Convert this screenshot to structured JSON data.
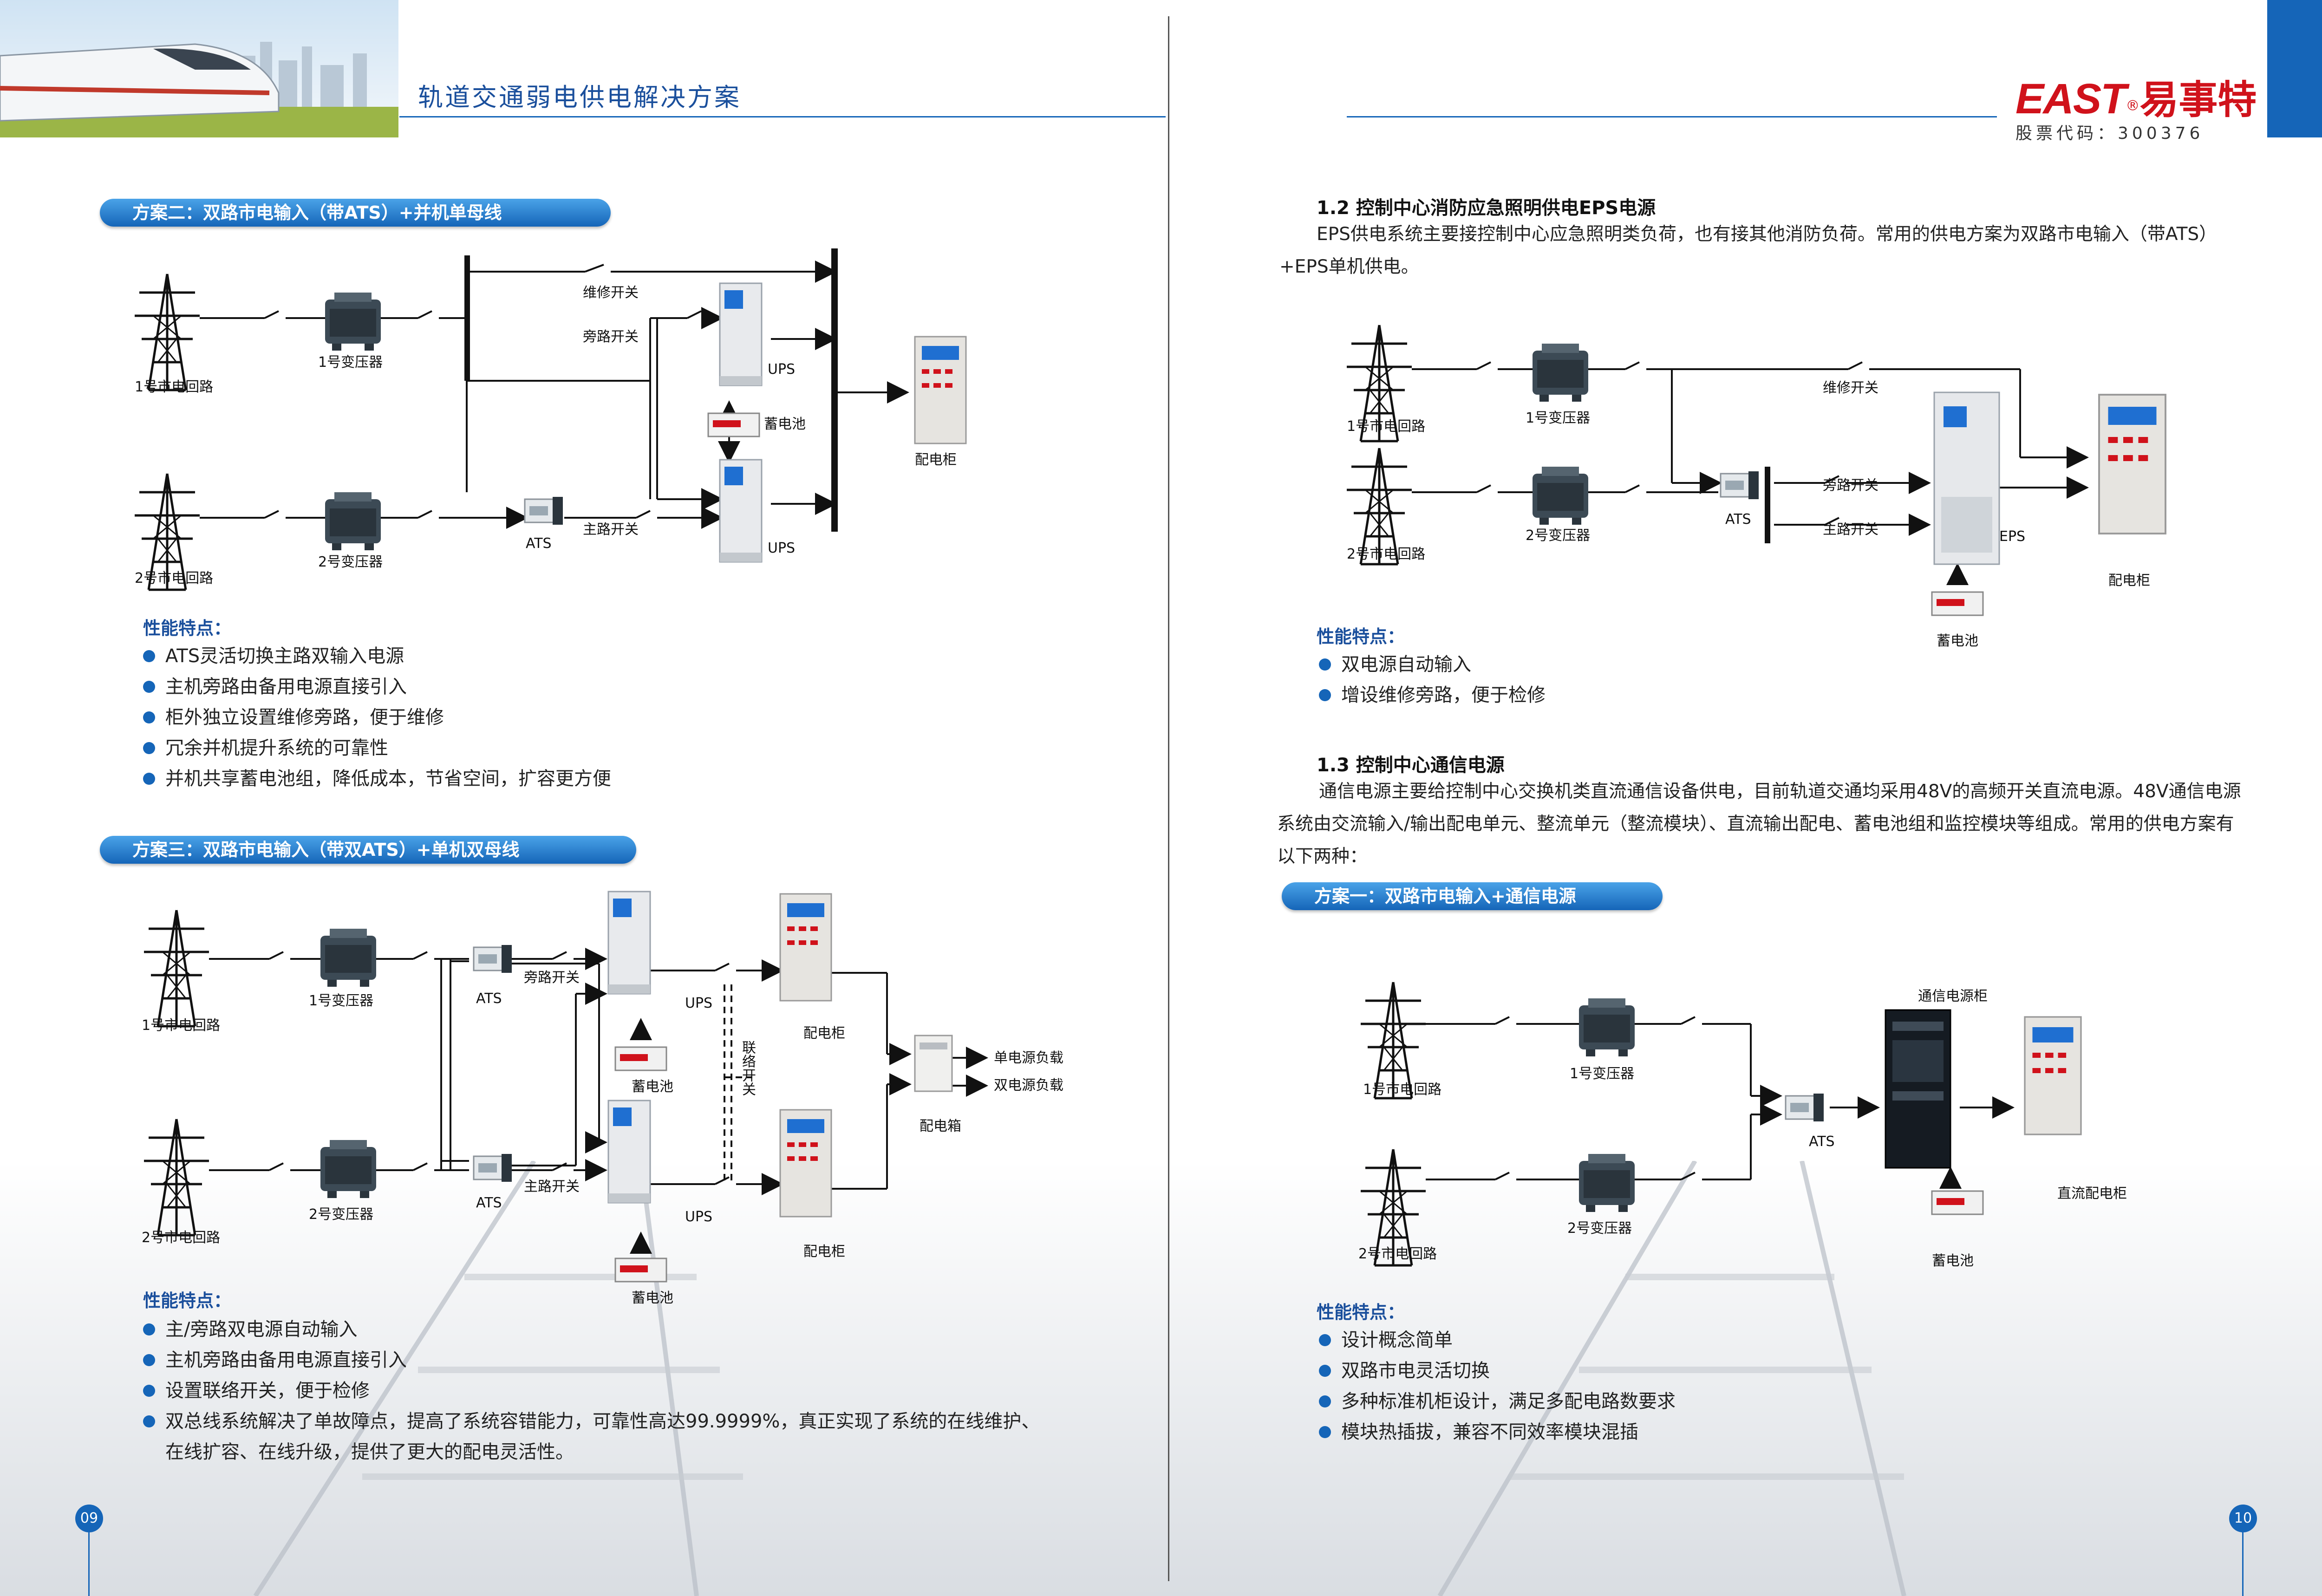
{
  "header": {
    "title": "轨道交通弱电供电解决方案",
    "brand_en": "EAST",
    "brand_reg": "®",
    "brand_cn": "易事特",
    "stock_code": "股票代码：300376"
  },
  "left": {
    "scheme2": {
      "title": "方案二：双路市电输入（带ATS）+并机单母线",
      "diagram": {
        "line1": "1号市电回路",
        "line2": "2号市电回路",
        "tr1": "1号变压器",
        "tr2": "2号变压器",
        "ats": "ATS",
        "repair": "维修开关",
        "bypass": "旁路开关",
        "main": "主路开关",
        "ups1": "UPS",
        "ups2": "UPS",
        "battery": "蓄电池",
        "cabinet": "配电柜"
      },
      "features_title": "性能特点：",
      "features": [
        "ATS灵活切换主路双输入电源",
        "主机旁路由备用电源直接引入",
        "柜外独立设置维修旁路，便于维修",
        "冗余并机提升系统的可靠性",
        "并机共享蓄电池组，降低成本，节省空间，扩容更方便"
      ]
    },
    "scheme3": {
      "title": "方案三：双路市电输入（带双ATS）+单机双母线",
      "diagram": {
        "line1": "1号市电回路",
        "line2": "2号市电回路",
        "tr1": "1号变压器",
        "tr2": "2号变压器",
        "ats1": "ATS",
        "ats2": "ATS",
        "bypass": "旁路开关",
        "main": "主路开关",
        "ups1": "UPS",
        "ups2": "UPS",
        "battery1": "蓄电池",
        "battery2": "蓄电池",
        "cab1": "配电柜",
        "cab2": "配电柜",
        "tie": "联络开关",
        "box": "配电箱",
        "single": "单电源负载",
        "dual": "双电源负载"
      },
      "features_title": "性能特点：",
      "features": [
        "主/旁路双电源自动输入",
        "主机旁路由备用电源直接引入",
        "设置联络开关，便于检修",
        "双总线系统解决了单故障点，提高了系统容错能力，可靠性高达99.9999%，真正实现了系统的在线维护、在线扩容、在线升级，提供了更大的配电灵活性。"
      ]
    },
    "page": "09"
  },
  "right": {
    "s12": {
      "heading": "1.2  控制中心消防应急照明供电EPS电源",
      "para": "EPS供电系统主要接控制中心应急照明类负荷，也有接其他消防负荷。常用的供电方案为双路市电输入（带ATS）+EPS单机供电。",
      "diagram": {
        "line1": "1号市电回路",
        "line2": "2号市电回路",
        "tr1": "1号变压器",
        "tr2": "2号变压器",
        "ats": "ATS",
        "repair": "维修开关",
        "bypass": "旁路开关",
        "main": "主路开关",
        "eps": "EPS",
        "battery": "蓄电池",
        "cabinet": "配电柜"
      },
      "features_title": "性能特点：",
      "features": [
        "双电源自动输入",
        "增设维修旁路，便于检修"
      ]
    },
    "s13": {
      "heading": "1.3  控制中心通信电源",
      "para": "通信电源主要给控制中心交换机类直流通信设备供电，目前轨道交通均采用48V的高频开关直流电源。48V通信电源系统由交流输入/输出配电单元、整流单元（整流模块）、直流输出配电、蓄电池组和监控模块等组成。常用的供电方案有以下两种：",
      "scheme1_title": "方案一：双路市电输入+通信电源",
      "diagram": {
        "line1": "1号市电回路",
        "line2": "2号市电回路",
        "tr1": "1号变压器",
        "tr2": "2号变压器",
        "ats": "ATS",
        "comm": "通信电源柜",
        "battery": "蓄电池",
        "dc": "直流配电柜"
      },
      "features_title": "性能特点：",
      "features": [
        "设计概念简单",
        "双路市电灵活切换",
        "多种标准机柜设计，满足多配电路数要求",
        "模块热插拔，兼容不同效率模块混插"
      ]
    },
    "page": "10"
  },
  "colors": {
    "accent": "#1565b8",
    "brand_red": "#d0121b",
    "header_bar": "#1565b8"
  }
}
